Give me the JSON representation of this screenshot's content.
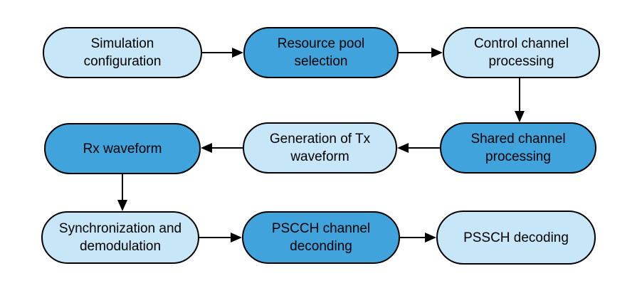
{
  "diagram": {
    "type": "flowchart",
    "background_color": "#ffffff",
    "colors": {
      "node_fill_light": "#c7e6f7",
      "node_fill_dark": "#41a3dc",
      "node_border": "#000000",
      "arrow": "#000000",
      "text": "#000000"
    },
    "nodes": [
      {
        "id": "simulation-configuration",
        "label": "Simulation\nconfiguration",
        "variant": "light"
      },
      {
        "id": "resource-pool-selection",
        "label": "Resource pool\nselection",
        "variant": "dark"
      },
      {
        "id": "control-channel-processing",
        "label": "Control channel\nprocessing",
        "variant": "light"
      },
      {
        "id": "shared-channel-processing",
        "label": "Shared channel\nprocessing",
        "variant": "dark"
      },
      {
        "id": "generation-of-tx-waveform",
        "label": "Generation of Tx\nwaveform",
        "variant": "light"
      },
      {
        "id": "rx-waveform",
        "label": "Rx waveform",
        "variant": "dark"
      },
      {
        "id": "synchronization-and-demodulation",
        "label": "Synchronization and\ndemodulation",
        "variant": "light"
      },
      {
        "id": "pscch-channel-deconding",
        "label": "PSCCH channel\ndeconding",
        "variant": "dark"
      },
      {
        "id": "pssch-decoding",
        "label": "PSSCH decoding",
        "variant": "light"
      }
    ],
    "edges": [
      {
        "from": "simulation-configuration",
        "to": "resource-pool-selection",
        "direction": "right"
      },
      {
        "from": "resource-pool-selection",
        "to": "control-channel-processing",
        "direction": "right"
      },
      {
        "from": "control-channel-processing",
        "to": "shared-channel-processing",
        "direction": "down"
      },
      {
        "from": "shared-channel-processing",
        "to": "generation-of-tx-waveform",
        "direction": "left"
      },
      {
        "from": "generation-of-tx-waveform",
        "to": "rx-waveform",
        "direction": "left"
      },
      {
        "from": "rx-waveform",
        "to": "synchronization-and-demodulation",
        "direction": "down"
      },
      {
        "from": "synchronization-and-demodulation",
        "to": "pscch-channel-deconding",
        "direction": "right"
      },
      {
        "from": "pscch-channel-deconding",
        "to": "pssch-decoding",
        "direction": "right"
      }
    ]
  }
}
